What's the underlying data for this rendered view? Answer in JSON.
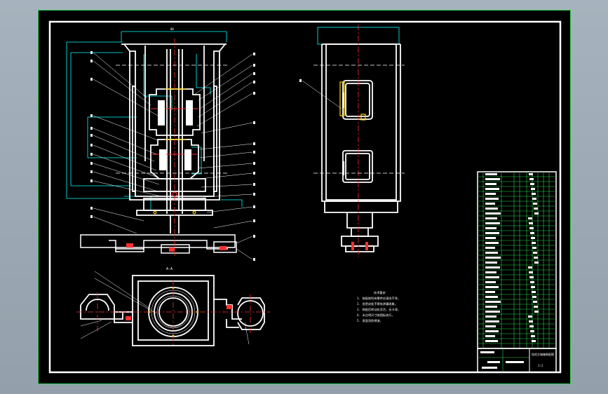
{
  "drawing": {
    "section_label": "A-A",
    "tech_notes_title": "技术要求",
    "tech_notes": [
      "1. 装配前所有零件应清洗干净，",
      "2. 各密封处不得有渗漏现象，",
      "3. 装配后转动应灵活，无卡滞，",
      "4. 未注明尺寸按国标执行，",
      "5. 表面涂防锈漆，"
    ],
    "title_block": {
      "name": "钻机主轴箱装配图",
      "scale": "1:2"
    }
  },
  "colors": {
    "background": "#000000",
    "outline": "#ffffff",
    "dimension": "#00ffff",
    "centerline": "#ff3030",
    "frame_border": "#2bd14b",
    "table_grid": "#2bd14b"
  }
}
